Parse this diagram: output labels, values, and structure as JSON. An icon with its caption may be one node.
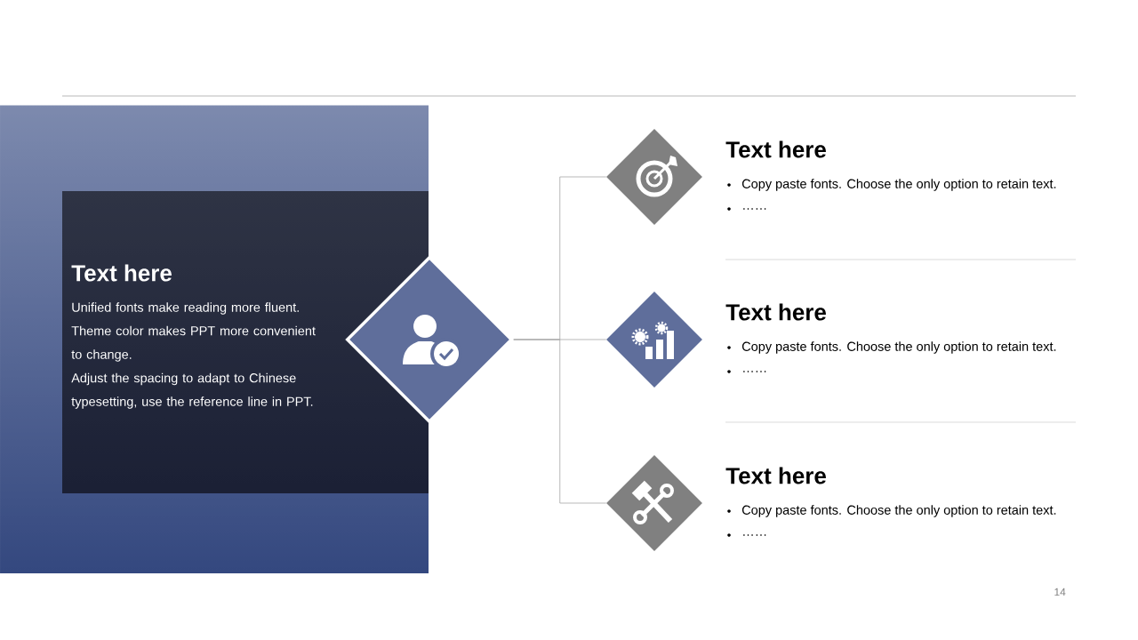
{
  "diagram": {
    "nodes": [
      {
        "text": [
          "Text here",
          "Unified fonts make reading more fluent.",
          "Theme color makes PPT more convenient to change.",
          "Adjust the spacing to adapt to Chinese typesetting, use the reference line in PPT."
        ]
      },
      {
        "text": [],
        "shape": "diamond"
      },
      {
        "text": [],
        "shape": "diamond",
        "beside": [
          "Text here",
          "Copy paste fonts. Choose the only option to retain text.",
          "……"
        ]
      },
      {
        "text": [],
        "shape": "diamond",
        "beside": [
          "Text here",
          "Copy paste fonts. Choose the only option to retain text.",
          "……"
        ]
      },
      {
        "text": [],
        "shape": "diamond",
        "beside": [
          "Text here",
          "Copy paste fonts. Choose the only option to retain text.",
          "……"
        ]
      }
    ],
    "edges": [
      {
        "from": 1,
        "to": 2,
        "arrow": "none"
      },
      {
        "from": 1,
        "to": 3,
        "arrow": "none"
      },
      {
        "from": 1,
        "to": 4,
        "arrow": "none"
      }
    ],
    "labels": [
      "14"
    ]
  }
}
